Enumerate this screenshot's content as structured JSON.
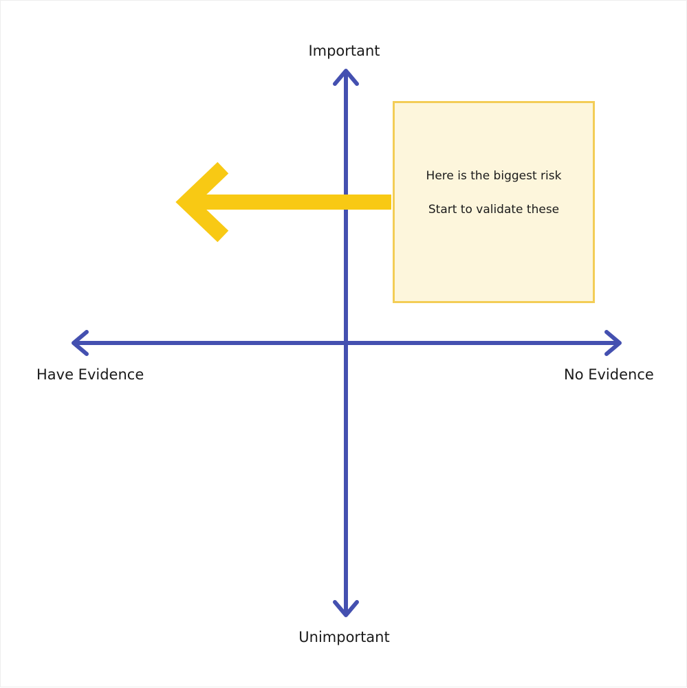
{
  "axes": {
    "top_label": "Important",
    "bottom_label": "Unimportant",
    "left_label": "Have Evidence",
    "right_label": "No Evidence",
    "color": "#4450b0"
  },
  "note": {
    "line1": "Here is the biggest risk",
    "line2": "Start to validate these",
    "fill_color": "#fdf6dc",
    "border_color": "#f3cd56"
  },
  "arrow": {
    "color": "#f8c914",
    "direction": "left"
  }
}
